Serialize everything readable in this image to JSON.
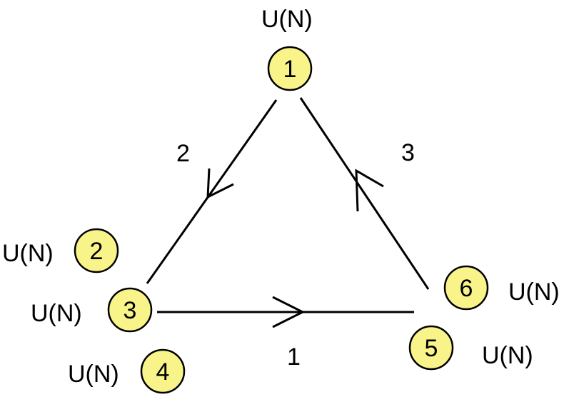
{
  "nodes": [
    {
      "id": "1",
      "label": "U(N)"
    },
    {
      "id": "2",
      "label": "U(N)"
    },
    {
      "id": "3",
      "label": "U(N)"
    },
    {
      "id": "4",
      "label": "U(N)"
    },
    {
      "id": "5",
      "label": "U(N)"
    },
    {
      "id": "6",
      "label": "U(N)"
    }
  ],
  "edges": [
    {
      "label": "1"
    },
    {
      "label": "2"
    },
    {
      "label": "3"
    }
  ],
  "colors": {
    "node_fill": "#f9f48a",
    "stroke": "#000000"
  }
}
